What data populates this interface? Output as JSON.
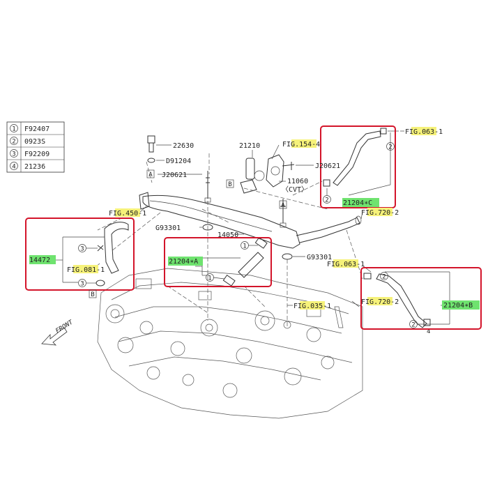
{
  "legend": [
    {
      "num": "1",
      "code": "F92407"
    },
    {
      "num": "2",
      "code": "0923S"
    },
    {
      "num": "3",
      "code": "F92209"
    },
    {
      "num": "4",
      "code": "21236"
    }
  ],
  "colors": {
    "highlight_yellow": "#f6f27a",
    "highlight_green": "#6fe36f",
    "box_red": "#d3142a",
    "line": "#333333"
  },
  "labels": {
    "p22630": "22630",
    "d91204": "D91204",
    "j20621_left": "J20621",
    "p21210": "21210",
    "fig154_pre": "F",
    "fig154_hl": "IG.154",
    "fig154_post": "-4",
    "j20621_right": "J20621",
    "p11060": "11060",
    "cvt": "〈CVT〉",
    "fig063_top_pre": "F",
    "fig063_top_hl": "IG.063",
    "fig063_top_post": "-1",
    "p21204c": "21204∗C",
    "fig720_top_pre": "F",
    "fig720_top_hl": "IG.720",
    "fig720_top_post": "-2",
    "fig450_pre": "F",
    "fig450_hl": "IG.450",
    "fig450_post": "-1",
    "g93301_left": "G93301",
    "p14050": "14050",
    "p14472": "14472",
    "fig081_pre": "F",
    "fig081_hl": "IG.081",
    "fig081_post": "-1",
    "p21204a": "21204∗A",
    "g93301_right": "G93301",
    "fig063_mid_pre": "F",
    "fig063_mid_hl": "IG.063",
    "fig063_mid_post": "-1",
    "fig035_pre": "F",
    "fig035_hl": "IG.035",
    "fig035_post": "-1",
    "fig720_mid_pre": "F",
    "fig720_mid_hl": "IG.720",
    "fig720_mid_post": "-2",
    "p21204b": "21204∗B",
    "front": "FRONT",
    "ref_a": "A",
    "ref_b": "B",
    "call_1": "1",
    "call_2": "2",
    "call_3": "3",
    "call_4": "4"
  }
}
